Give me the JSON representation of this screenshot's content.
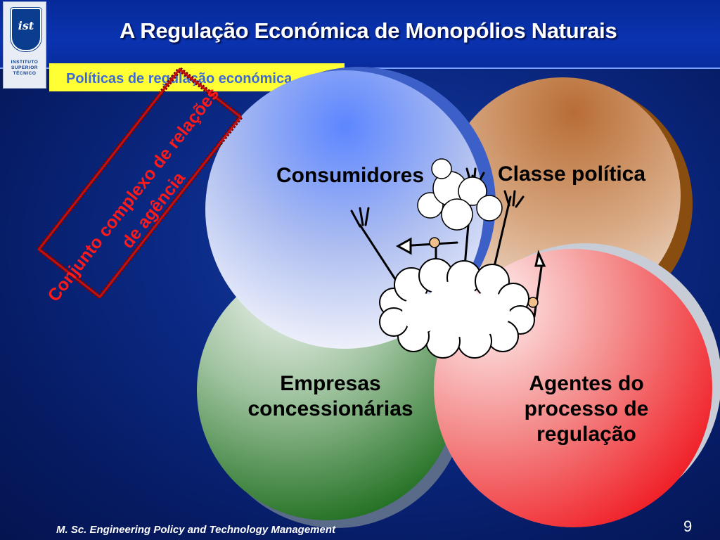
{
  "slide": {
    "title": "A Regulação Económica de Monopólios Naturais",
    "subtitle": "Políticas de regulação económica",
    "logo_caption": [
      "INSTITUTO",
      "SUPERIOR",
      "TÉCNICO"
    ],
    "logo_monogram": "ist",
    "rotated_note": "Conjunto complexo de relações de agência",
    "footer": "M. Sc. Engineering Policy and Technology Management",
    "page_number": "9"
  },
  "diagram": {
    "circles": [
      {
        "id": "consumidores",
        "label": "Consumidores",
        "color": "#6f8ff2"
      },
      {
        "id": "classe-politica",
        "label": "Classe política",
        "color": "#c78450"
      },
      {
        "id": "empresas",
        "label": "Empresas concessionárias",
        "color": "#2e7a2e"
      },
      {
        "id": "agentes",
        "label": "Agentes do processo de regulação",
        "color": "#e8262e"
      }
    ]
  },
  "colors": {
    "title_bar": "#0a33b0",
    "subtitle_bar": "#ffff33",
    "subtitle_text": "#3d6ad6",
    "note_text": "#ff1a1a"
  }
}
